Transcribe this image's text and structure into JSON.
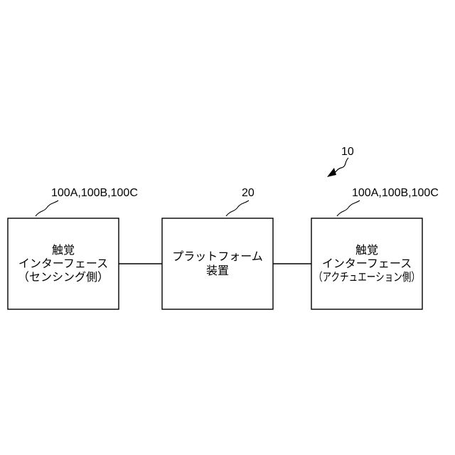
{
  "diagram": {
    "system_ref": "10",
    "blocks": [
      {
        "id": "sensing",
        "ref": "100A,100B,100C",
        "lines": [
          "触覚",
          "インターフェース",
          "（センシング側）"
        ]
      },
      {
        "id": "platform",
        "ref": "20",
        "lines": [
          "プラットフォーム",
          "装置"
        ]
      },
      {
        "id": "actuation",
        "ref": "100A,100B,100C",
        "lines": [
          "触覚",
          "インターフェース",
          "（アクチュエーション側）"
        ]
      }
    ],
    "colors": {
      "stroke": "#000000",
      "background": "#ffffff"
    }
  }
}
